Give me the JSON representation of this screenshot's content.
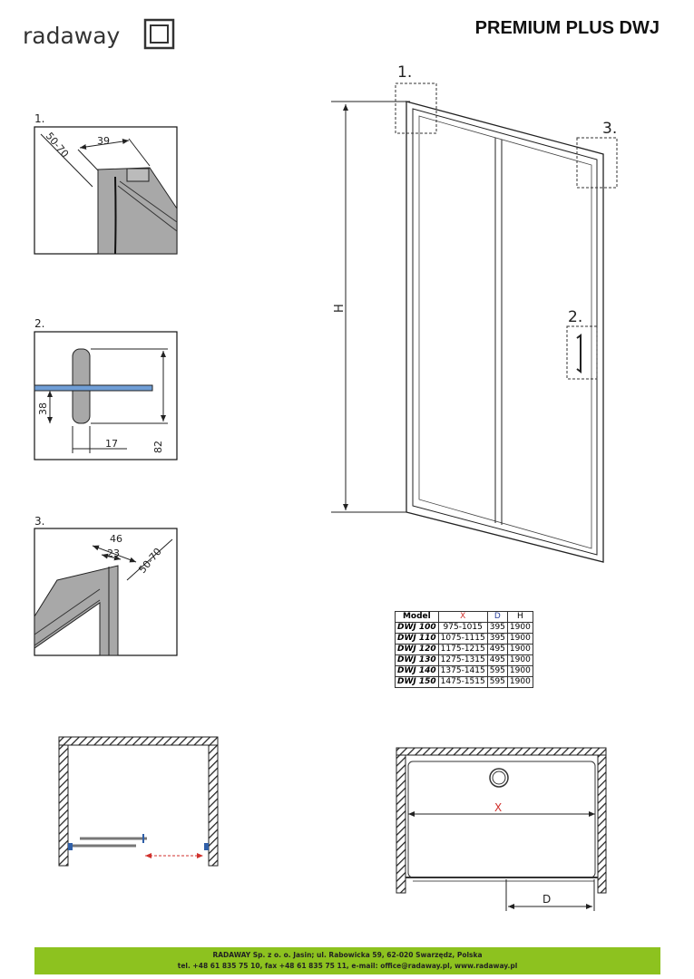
{
  "header": {
    "logo_text": "radaway",
    "title": "PREMIUM PLUS DWJ"
  },
  "details": [
    {
      "label": "1.",
      "dims": [
        "39",
        "50-70"
      ]
    },
    {
      "label": "2.",
      "dims": [
        "38",
        "17",
        "82"
      ]
    },
    {
      "label": "3.",
      "dims": [
        "46",
        "23",
        "50-70"
      ]
    }
  ],
  "main_drawing": {
    "callouts": [
      "1.",
      "2.",
      "3."
    ],
    "height_label": "H"
  },
  "plan": {
    "x_label": "X",
    "d_label": "D"
  },
  "table": {
    "headers": [
      "Model",
      "X",
      "D",
      "H"
    ],
    "header_colors": {
      "X": "#d0312d",
      "D": "#2a3f9a"
    },
    "rows": [
      [
        "DWJ 100",
        "975-1015",
        "395",
        "1900"
      ],
      [
        "DWJ 110",
        "1075-1115",
        "395",
        "1900"
      ],
      [
        "DWJ 120",
        "1175-1215",
        "495",
        "1900"
      ],
      [
        "DWJ 130",
        "1275-1315",
        "495",
        "1900"
      ],
      [
        "DWJ 140",
        "1375-1415",
        "595",
        "1900"
      ],
      [
        "DWJ 150",
        "1475-1515",
        "595",
        "1900"
      ]
    ]
  },
  "footer": {
    "line1": "RADAWAY Sp. z o. o. Jasin; ul. Rabowicka 59, 62-020 Swarzędz, Polska",
    "line2": "tel. +48 61 835 75 10, fax +48 61 835 75 11, e-mail: office@radaway.pl, www.radaway.pl"
  },
  "colors": {
    "footer_bg": "#8dc21f",
    "accent_red": "#d0312d",
    "accent_blue": "#2f5fa8"
  }
}
